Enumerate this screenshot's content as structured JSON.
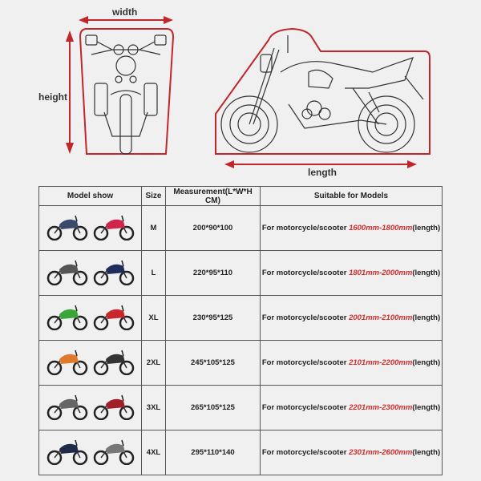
{
  "diagram": {
    "front_view": {
      "width_label": "width",
      "height_label": "height"
    },
    "side_view": {
      "length_label": "length"
    },
    "outline_color": "#c0262c"
  },
  "table": {
    "headers": [
      "Model show",
      "Size",
      "Measurement(L*W*H CM)",
      "Suitable for Models"
    ],
    "rows": [
      {
        "images": [
          "bicycle-icon",
          "scooter-icon"
        ],
        "colors": [
          "#3a4a6a",
          "#d0254a"
        ],
        "size": "M",
        "measurement": "200*90*100",
        "prefix": "For motorcycle/scooter ",
        "range": "1600mm-1800mm",
        "suffix": "(length)"
      },
      {
        "images": [
          "motorcycle-icon",
          "scooter-icon"
        ],
        "colors": [
          "#555555",
          "#1f2d5c"
        ],
        "size": "L",
        "measurement": "220*95*110",
        "prefix": "For motorcycle/scooter ",
        "range": "1801mm-2000mm",
        "suffix": "(length)"
      },
      {
        "images": [
          "sportbike-icon",
          "sportbike-icon"
        ],
        "colors": [
          "#3aa63a",
          "#c8262c"
        ],
        "size": "XL",
        "measurement": "230*95*125",
        "prefix": "For motorcycle/scooter ",
        "range": "2001mm-2100mm",
        "suffix": "(length)"
      },
      {
        "images": [
          "dirtbike-icon",
          "motorcycle-icon"
        ],
        "colors": [
          "#e07a2a",
          "#333333"
        ],
        "size": "2XL",
        "measurement": "245*105*125",
        "prefix": "For motorcycle/scooter ",
        "range": "2101mm-2200mm",
        "suffix": "(length)"
      },
      {
        "images": [
          "touring-bike-icon",
          "touring-scooter-icon"
        ],
        "colors": [
          "#666666",
          "#a0202a"
        ],
        "size": "3XL",
        "measurement": "265*105*125",
        "prefix": "For motorcycle/scooter ",
        "range": "2201mm-2300mm",
        "suffix": "(length)"
      },
      {
        "images": [
          "cruiser-icon",
          "touring-bike-icon"
        ],
        "colors": [
          "#1e2a4a",
          "#777777"
        ],
        "size": "4XL",
        "measurement": "295*110*140",
        "prefix": "For motorcycle/scooter ",
        "range": "2301mm-2600mm",
        "suffix": "(length)"
      }
    ]
  }
}
